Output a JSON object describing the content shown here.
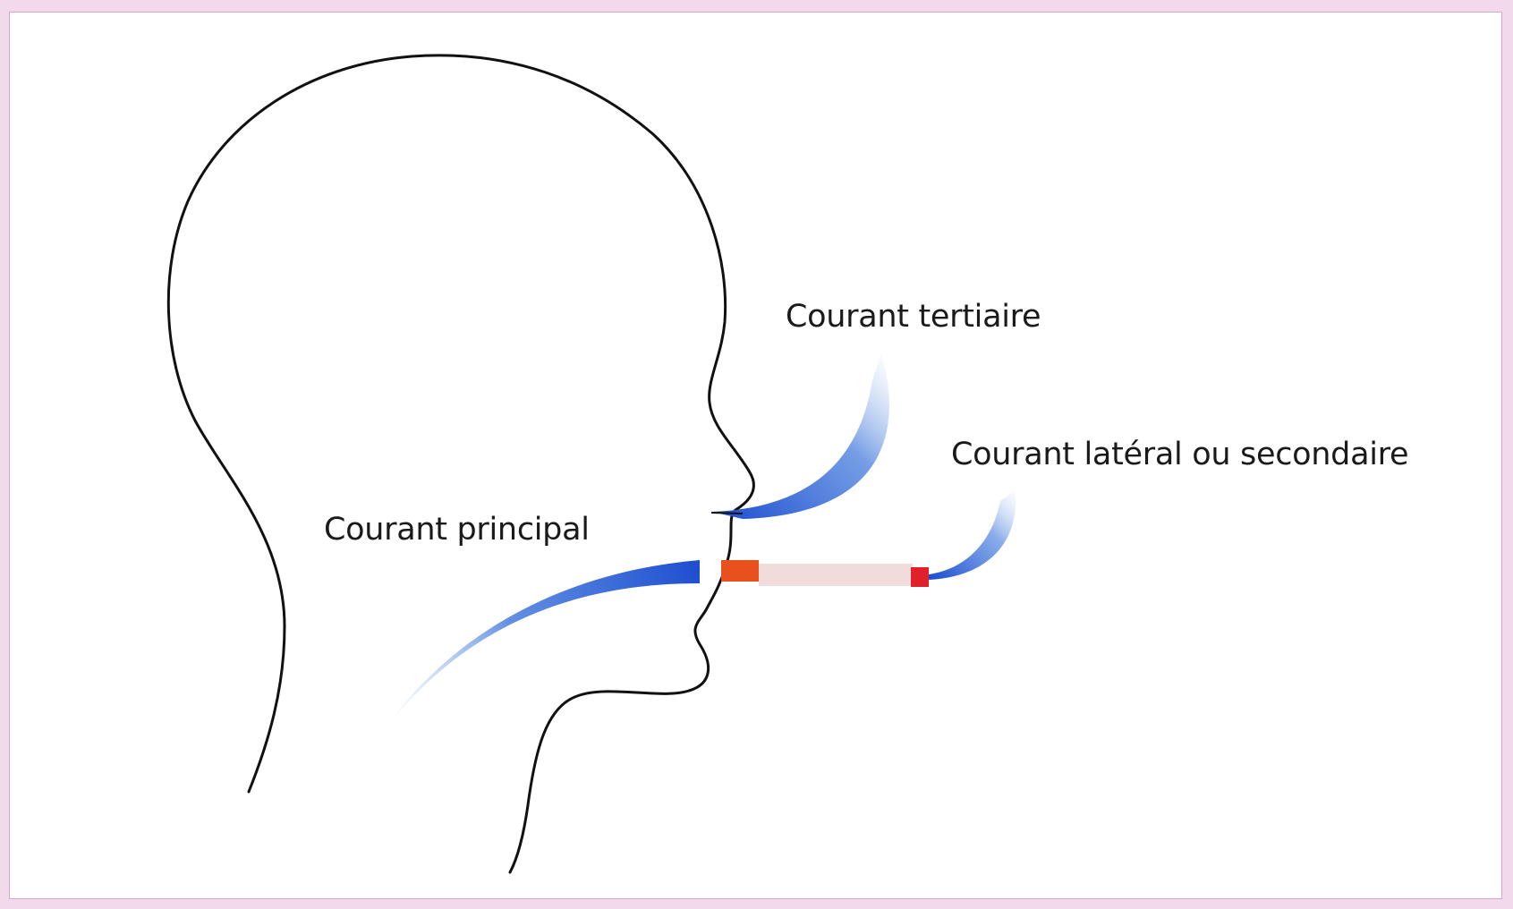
{
  "labels": {
    "main_stream": "Courant principal",
    "tertiary_stream": "Courant tertiaire",
    "side_stream": "Courant latéral ou secondaire"
  },
  "colors": {
    "background": "#ffffff",
    "border": "#d9a6cc",
    "outline": "#111111",
    "smoke": "#1f4fd0",
    "cigarette_tip": "#e8501e",
    "cigarette_end": "#e0202a",
    "cigarette_paper": "#f1dcdc"
  }
}
